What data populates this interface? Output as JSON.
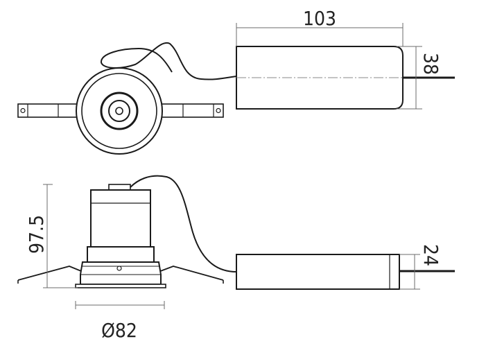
{
  "dimensions": {
    "driver_length": "103",
    "driver_height_top": "38",
    "overall_height": "97.5",
    "driver_height_side": "24",
    "diameter": "Ø82"
  },
  "colors": {
    "line": "#1a1a1a",
    "dim_line": "#6b6b6b",
    "body_fill": "#ffffff"
  }
}
